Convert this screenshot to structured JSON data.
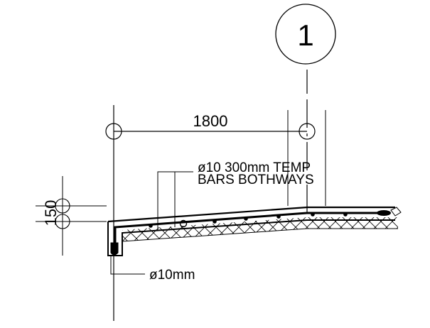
{
  "grid_marker": {
    "label": "1"
  },
  "dimensions": {
    "span": "1800",
    "thickness": "150"
  },
  "annotations": {
    "temp_bars_line1": "ø10  300mm  TEMP",
    "temp_bars_line2": "BARS  BOTHWAYS",
    "edge_bar": "ø10mm"
  },
  "colors": {
    "line": "#000000",
    "background": "#ffffff"
  }
}
